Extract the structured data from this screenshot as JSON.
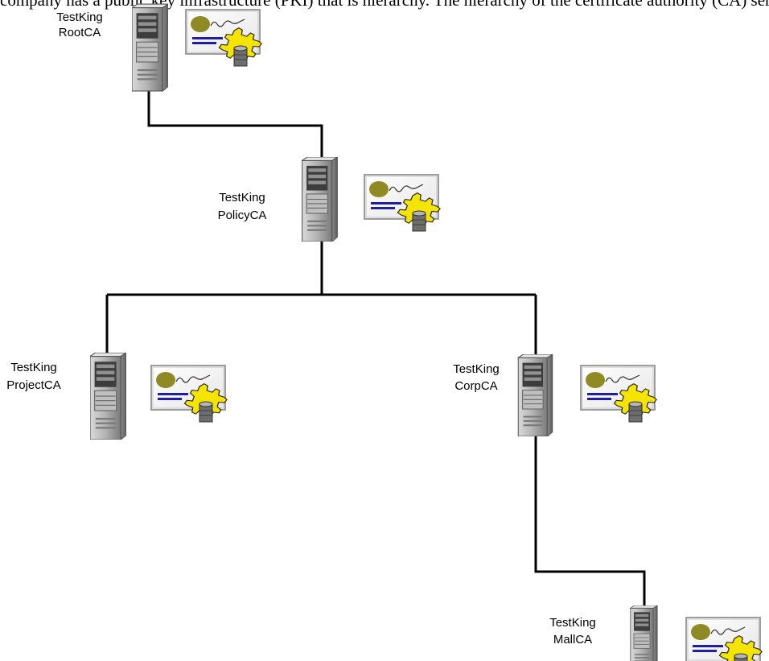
{
  "header_text": "company has a public key infrastructure (PKI) that is hierarchy.  The hierarchy of the certificate authority (CA) servers may be",
  "colors": {
    "background": "#ffffff",
    "connector": "#000000",
    "server_body": "#a9a9a9",
    "certificate_seal": "#8f8a24",
    "certificate_lines": "#1f1fa0",
    "gear": "#f5e400"
  },
  "nodes": [
    {
      "id": "root",
      "label_line1": "TestKing",
      "label_line2": "RootCA",
      "icon": "server-icon",
      "badge": "certificate-gear-icon"
    },
    {
      "id": "policy",
      "label_line1": "TestKing",
      "label_line2": "PolicyCA",
      "icon": "server-icon",
      "badge": "certificate-gear-icon"
    },
    {
      "id": "project",
      "label_line1": "TestKing",
      "label_line2": "ProjectCA",
      "icon": "server-icon",
      "badge": "certificate-gear-icon"
    },
    {
      "id": "corp",
      "label_line1": "TestKing",
      "label_line2": "CorpCA",
      "icon": "server-icon",
      "badge": "certificate-gear-icon"
    },
    {
      "id": "mall",
      "label_line1": "TestKing",
      "label_line2": "MallCA",
      "icon": "server-icon",
      "badge": "certificate-gear-icon"
    }
  ],
  "edges": [
    {
      "from": "root",
      "to": "policy"
    },
    {
      "from": "policy",
      "to": "project"
    },
    {
      "from": "policy",
      "to": "corp"
    },
    {
      "from": "corp",
      "to": "mall"
    }
  ]
}
